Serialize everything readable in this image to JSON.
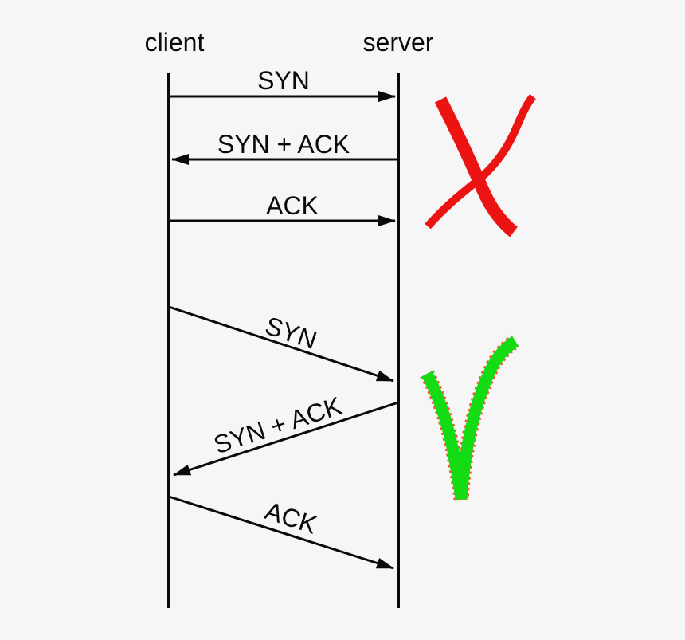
{
  "page": {
    "background": "#f6f6f6"
  },
  "diagram": {
    "participants": [
      {
        "id": "client",
        "label": "client"
      },
      {
        "id": "server",
        "label": "server"
      }
    ],
    "colors": {
      "line": "#0a0a0a",
      "incorrect": "#ec1313",
      "correct": "#14dc14",
      "correct_outline": "#ff5030"
    },
    "scenarios": [
      {
        "name": "instantaneous-arrows",
        "verdict": "incorrect",
        "verdict_icon": "red-cross",
        "messages": [
          {
            "label": "SYN",
            "from": "client",
            "to": "server"
          },
          {
            "label": "SYN + ACK",
            "from": "server",
            "to": "client"
          },
          {
            "label": "ACK",
            "from": "client",
            "to": "server"
          }
        ]
      },
      {
        "name": "propagation-delay-arrows",
        "verdict": "correct",
        "verdict_icon": "green-check",
        "messages": [
          {
            "label": "SYN",
            "from": "client",
            "to": "server"
          },
          {
            "label": "SYN + ACK",
            "from": "server",
            "to": "client"
          },
          {
            "label": "ACK",
            "from": "client",
            "to": "server"
          }
        ]
      }
    ]
  }
}
